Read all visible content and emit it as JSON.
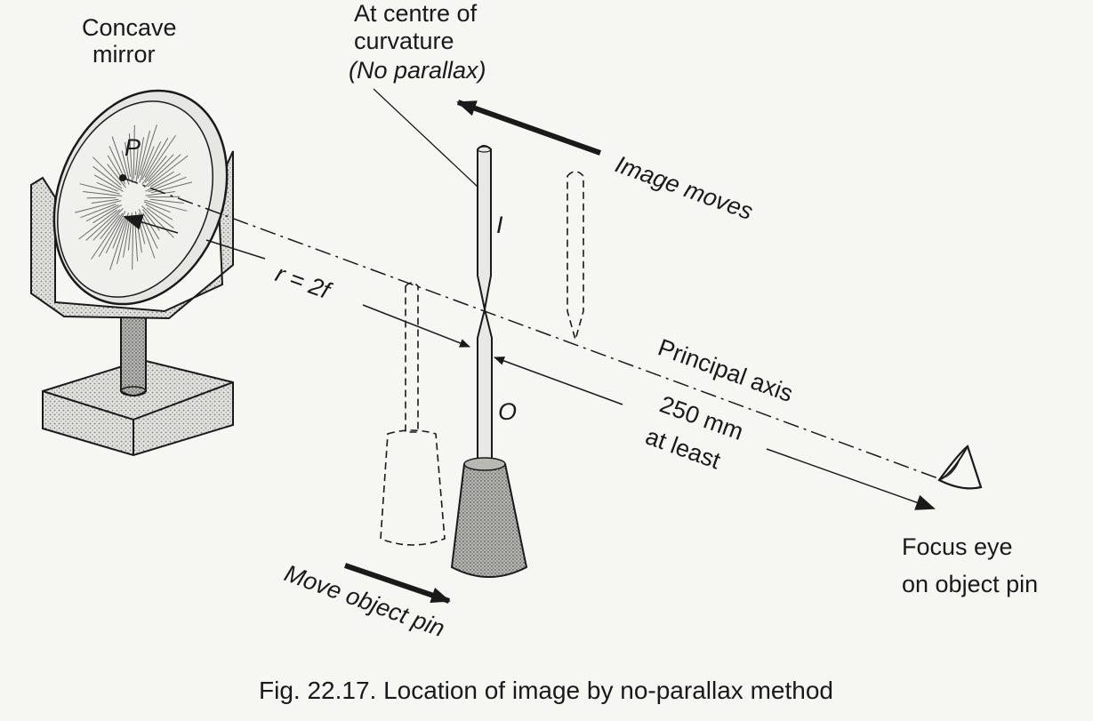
{
  "labels": {
    "concave_mirror_line1": "Concave",
    "concave_mirror_line2": "mirror",
    "centre_line1": "At centre of",
    "centre_line2": "curvature",
    "centre_line3": "(No parallax)",
    "image_moves": "Image moves",
    "point_p": "P",
    "image_pin": "I",
    "object_pin": "O",
    "radius": "r = 2f",
    "principal_axis": "Principal axis",
    "distance_line1": "250 mm",
    "distance_line2": "at least",
    "focus_line1": "Focus eye",
    "focus_line2": "on object pin",
    "move_object_pin": "Move object pin"
  },
  "caption": "Fig. 22.17. Location of image by no-parallax method"
}
